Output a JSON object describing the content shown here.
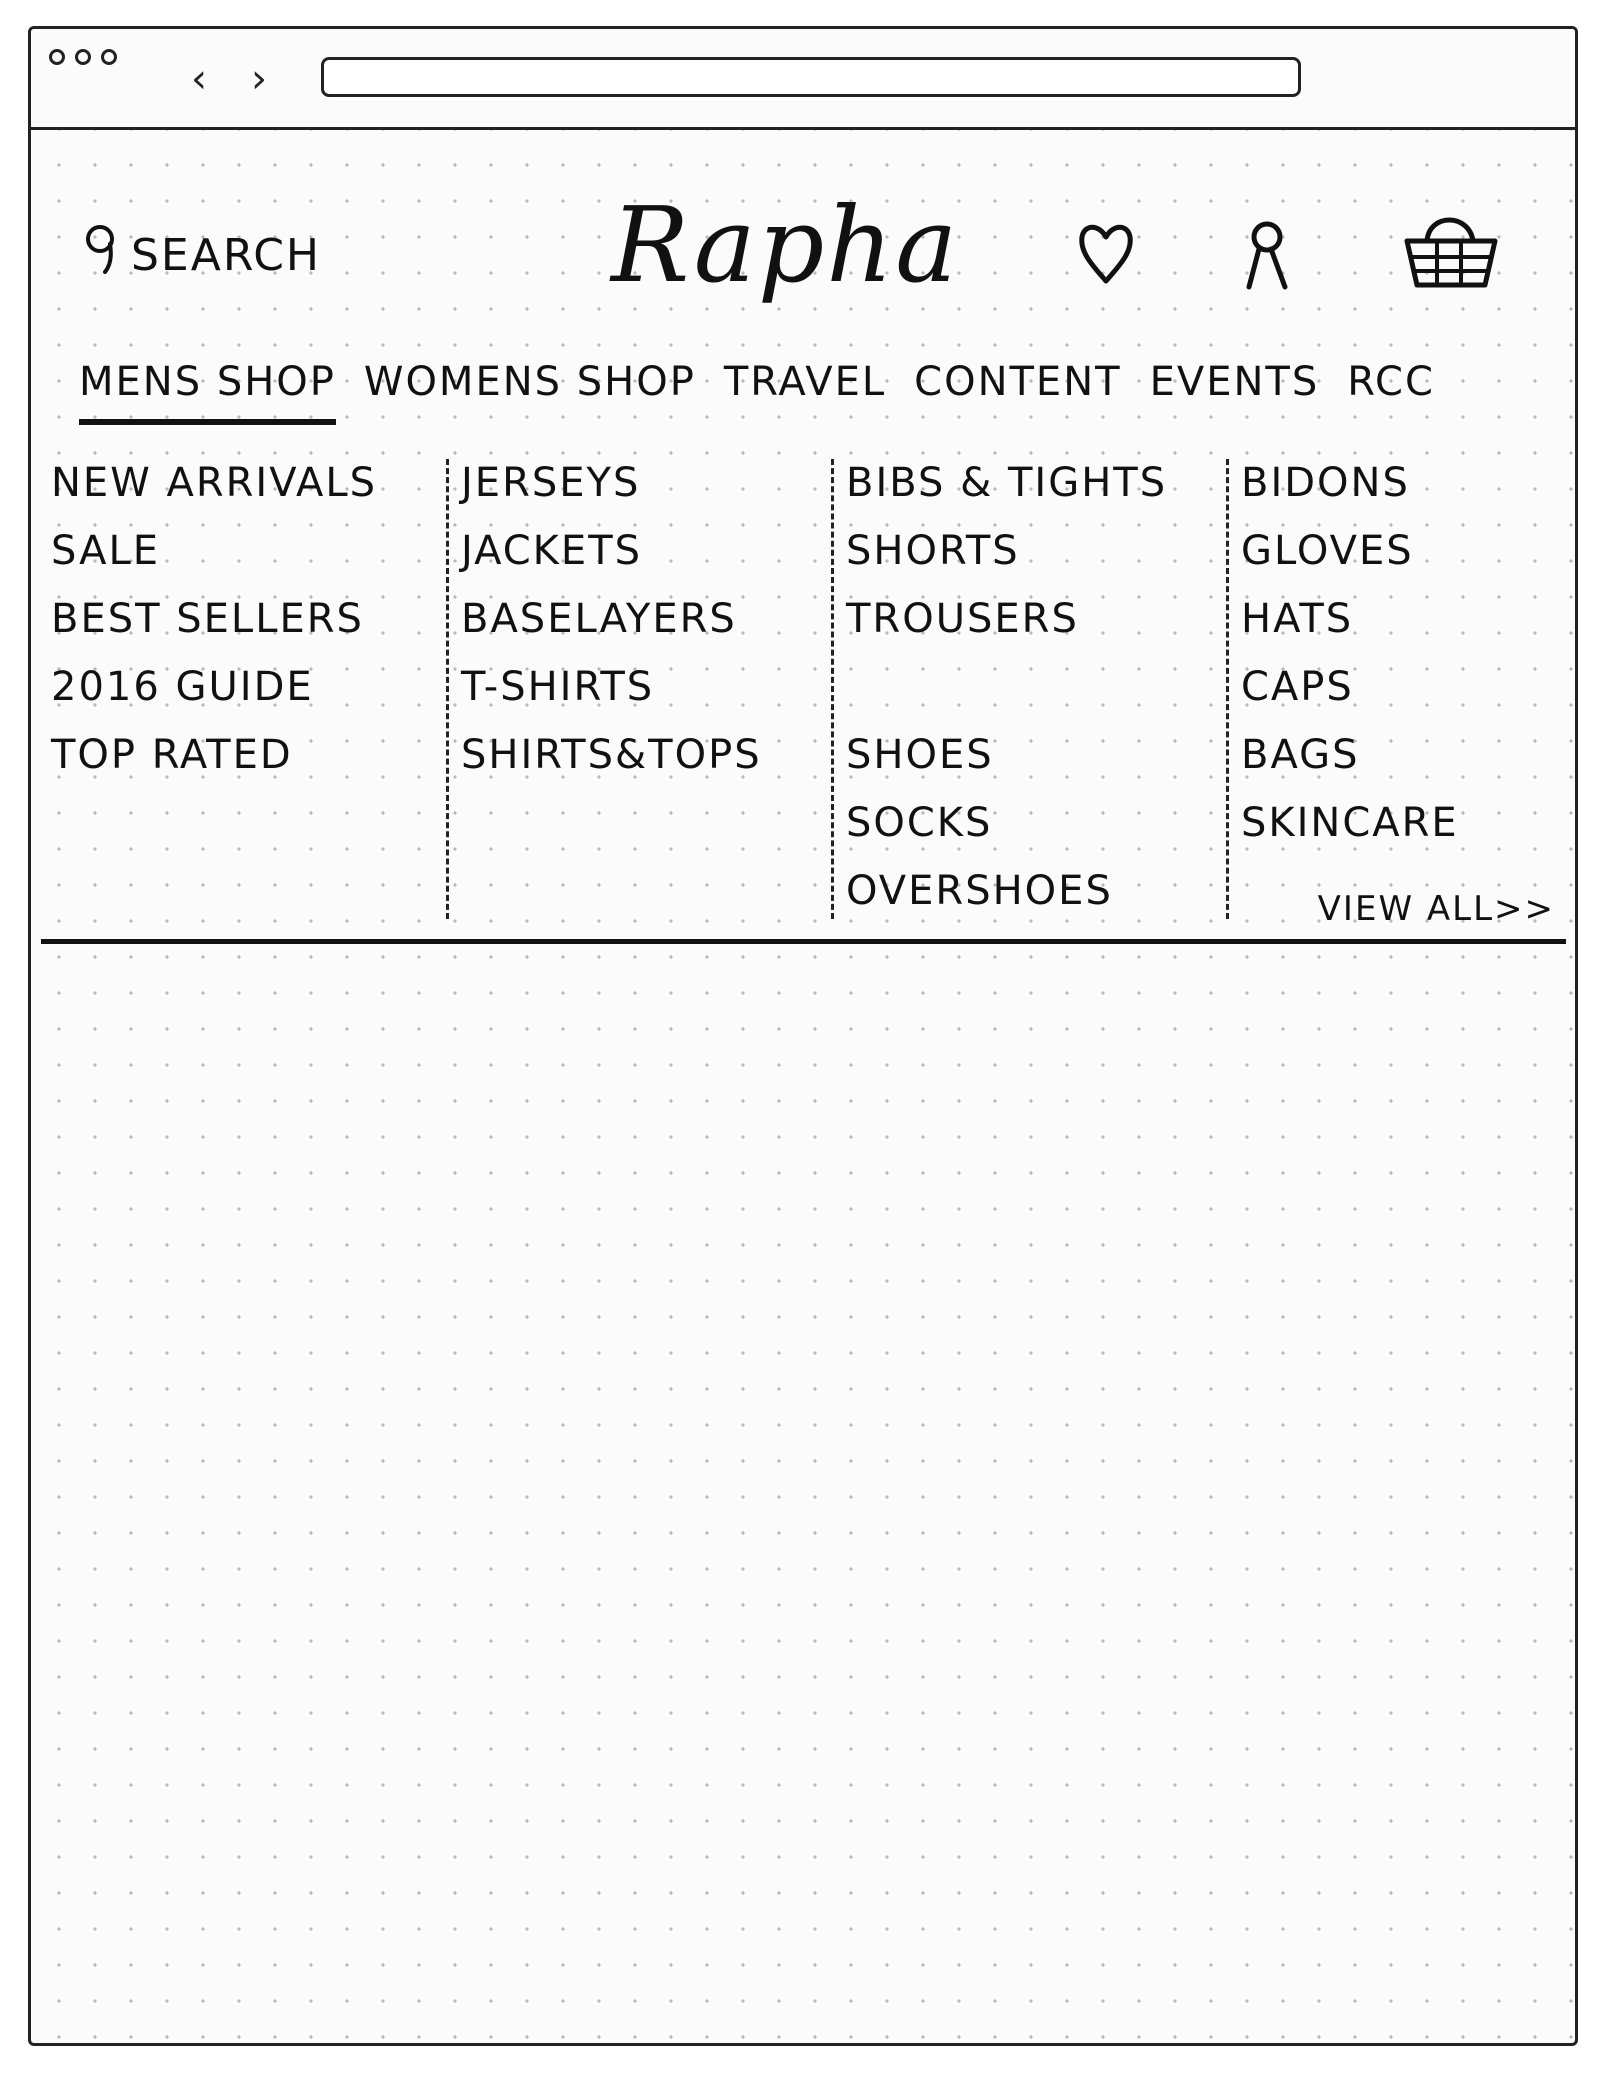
{
  "header": {
    "search_label": "SEARCH",
    "logo_text": "Rapha"
  },
  "main_nav": {
    "tabs": [
      {
        "label": "MENS SHOP",
        "active": true
      },
      {
        "label": "WOMENS SHOP",
        "active": false
      },
      {
        "label": "TRAVEL",
        "active": false
      },
      {
        "label": "CONTENT",
        "active": false
      },
      {
        "label": "EVENTS",
        "active": false
      },
      {
        "label": "RCC",
        "active": false
      }
    ]
  },
  "mega_menu": {
    "col1": [
      "NEW ARRIVALS",
      "SALE",
      "BEST SELLERS",
      "2016 GUIDE",
      "TOP RATED"
    ],
    "col2": [
      "JERSEYS",
      "JACKETS",
      "BASELAYERS",
      "T-SHIRTS",
      "SHIRTS&TOPS"
    ],
    "col3": [
      "BIBS & TIGHTS",
      "SHORTS",
      "TROUSERS",
      "",
      "SHOES",
      "SOCKS",
      "OVERSHOES"
    ],
    "col4": [
      "BIDONS",
      "GLOVES",
      "HATS",
      "CAPS",
      "BAGS",
      "SKINCARE"
    ],
    "view_all": "VIEW ALL>>"
  },
  "icons": {
    "search": "search-icon",
    "wishlist": "heart-icon",
    "account": "user-icon",
    "basket": "basket-icon",
    "back": "chevron-left-icon",
    "forward": "chevron-right-icon"
  }
}
